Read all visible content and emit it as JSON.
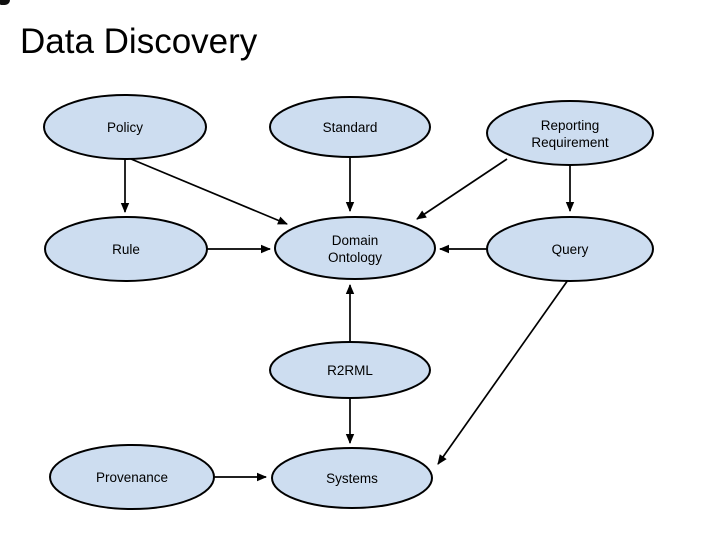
{
  "title": "Data Discovery",
  "colors": {
    "background": "#ffffff",
    "node_fill": "#cdddf0",
    "node_stroke": "#000000",
    "arrow": "#000000",
    "title_text": "#000000"
  },
  "diagram": {
    "nodes": [
      {
        "id": "policy",
        "lines": [
          "Policy"
        ]
      },
      {
        "id": "standard",
        "lines": [
          "Standard"
        ]
      },
      {
        "id": "reporting-requirement",
        "lines": [
          "Reporting",
          "Requirement"
        ]
      },
      {
        "id": "rule",
        "lines": [
          "Rule"
        ]
      },
      {
        "id": "domain-ontology",
        "lines": [
          "Domain",
          "Ontology"
        ]
      },
      {
        "id": "query",
        "lines": [
          "Query"
        ]
      },
      {
        "id": "r2rml",
        "lines": [
          "R2RML"
        ]
      },
      {
        "id": "provenance",
        "lines": [
          "Provenance"
        ]
      },
      {
        "id": "systems",
        "lines": [
          "Systems"
        ]
      }
    ],
    "edges": [
      {
        "from": "policy",
        "to": "rule"
      },
      {
        "from": "policy",
        "to": "domain-ontology"
      },
      {
        "from": "standard",
        "to": "domain-ontology"
      },
      {
        "from": "reporting-requirement",
        "to": "domain-ontology"
      },
      {
        "from": "reporting-requirement",
        "to": "query"
      },
      {
        "from": "rule",
        "to": "domain-ontology"
      },
      {
        "from": "query",
        "to": "domain-ontology"
      },
      {
        "from": "r2rml",
        "to": "domain-ontology"
      },
      {
        "from": "r2rml",
        "to": "systems"
      },
      {
        "from": "query",
        "to": "systems"
      },
      {
        "from": "provenance",
        "to": "systems"
      }
    ]
  }
}
